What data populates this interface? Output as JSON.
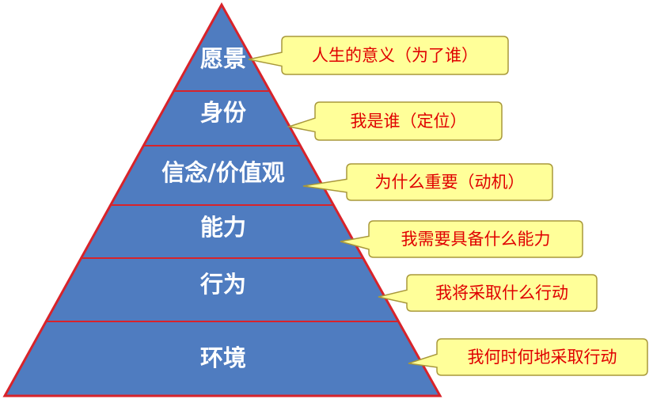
{
  "colors": {
    "pyramid_fill": "#4f7cc0",
    "pyramid_border": "#d8232a",
    "callout_fill": "#ffff99",
    "callout_border": "#a8983a",
    "callout_text": "#e00000",
    "level_text": "#ffffff"
  },
  "levels": [
    {
      "label": "愿景",
      "note": "人生的意义（为了谁）"
    },
    {
      "label": "身份",
      "note": "我是谁（定位）"
    },
    {
      "label": "信念/价值观",
      "note": "为什么重要（动机）"
    },
    {
      "label": "能力",
      "note": "我需要具备什么能力"
    },
    {
      "label": "行为",
      "note": "我将采取什么行动"
    },
    {
      "label": "环境",
      "note": "我何时何地采取行动"
    }
  ]
}
